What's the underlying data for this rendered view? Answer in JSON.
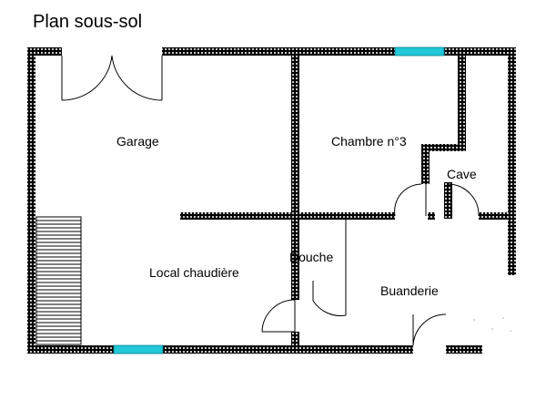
{
  "plan": {
    "title": "Plan sous-sol",
    "rooms": {
      "garage": "Garage",
      "chambre": "Chambre n°3",
      "cave": "Cave",
      "douche": "Douche",
      "local": "Local chaudière",
      "buanderie": "Buanderie"
    }
  },
  "colors": {
    "wall_fill": "#000000",
    "wall_dot": "#ffffff",
    "window": "#20c8d8",
    "stair_line": "#000000"
  }
}
